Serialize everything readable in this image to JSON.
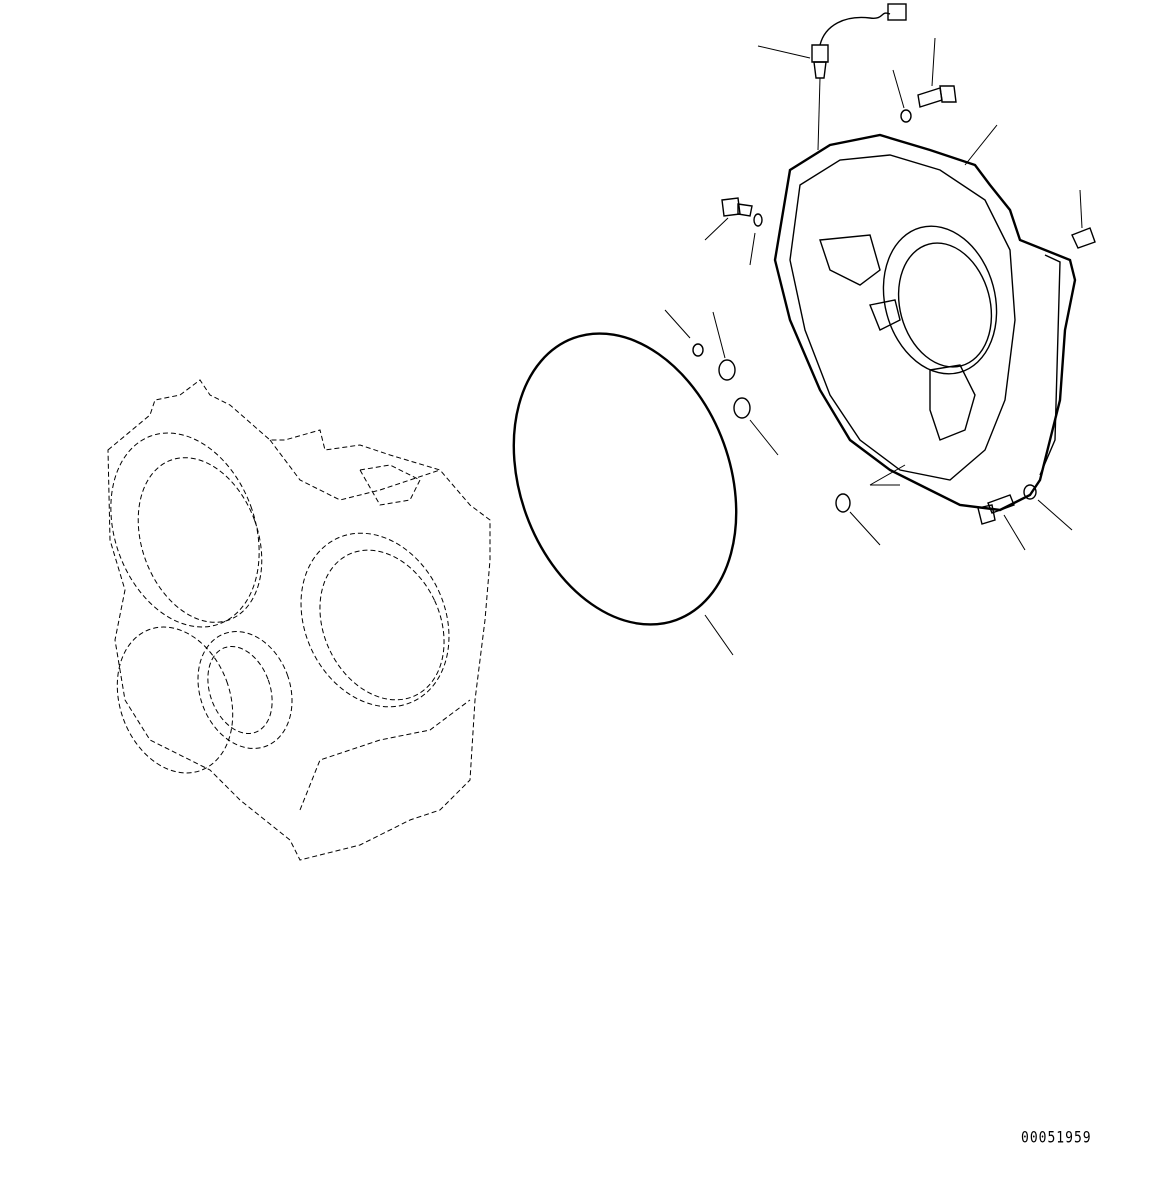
{
  "drawing": {
    "reference_number": "00051959",
    "parts": [
      "transmission-case",
      "o-ring-large",
      "flywheel-housing-cover",
      "sensor",
      "bolts",
      "washers",
      "small-o-rings",
      "plugs"
    ]
  }
}
